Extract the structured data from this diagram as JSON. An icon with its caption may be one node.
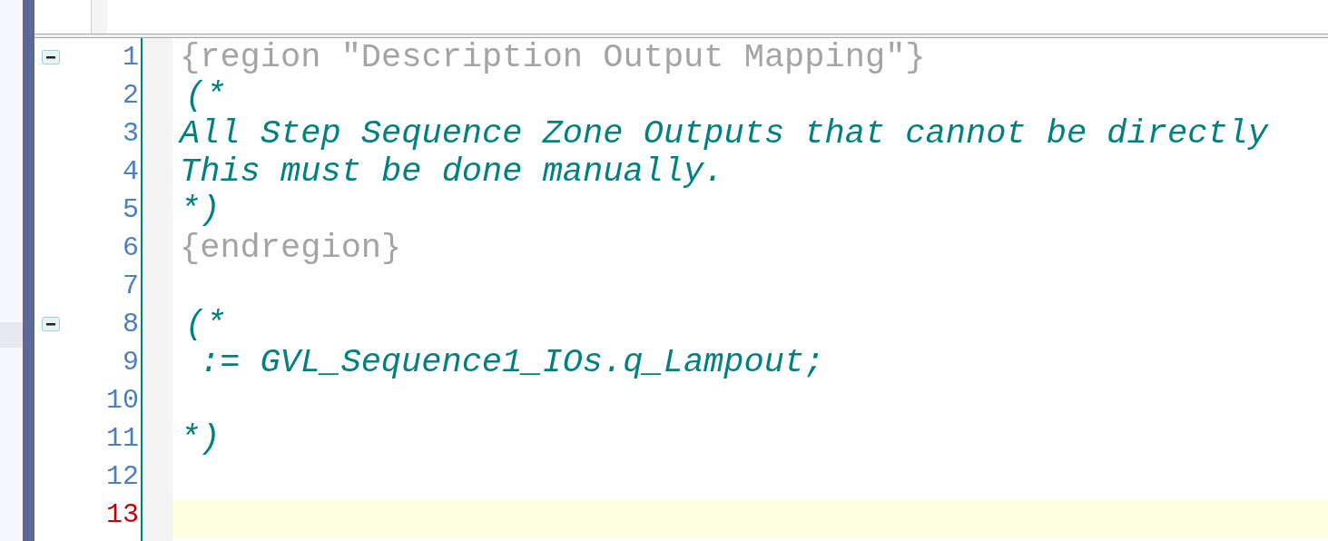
{
  "diagram": {
    "labels": [
      "1",
      "{region \"Description Output Mapping\"}",
      "2",
      "(*",
      "3",
      "All Step Sequence Zone Outputs that cannot be directly",
      "4",
      "This must be done manually.",
      "5",
      "*)",
      "6",
      "{endregion}",
      "7",
      "8",
      "(*",
      "9",
      ":= GVL_Sequence1_IOs.q_Lampout;",
      "10",
      "11",
      "*)",
      "12",
      "13"
    ]
  }
}
